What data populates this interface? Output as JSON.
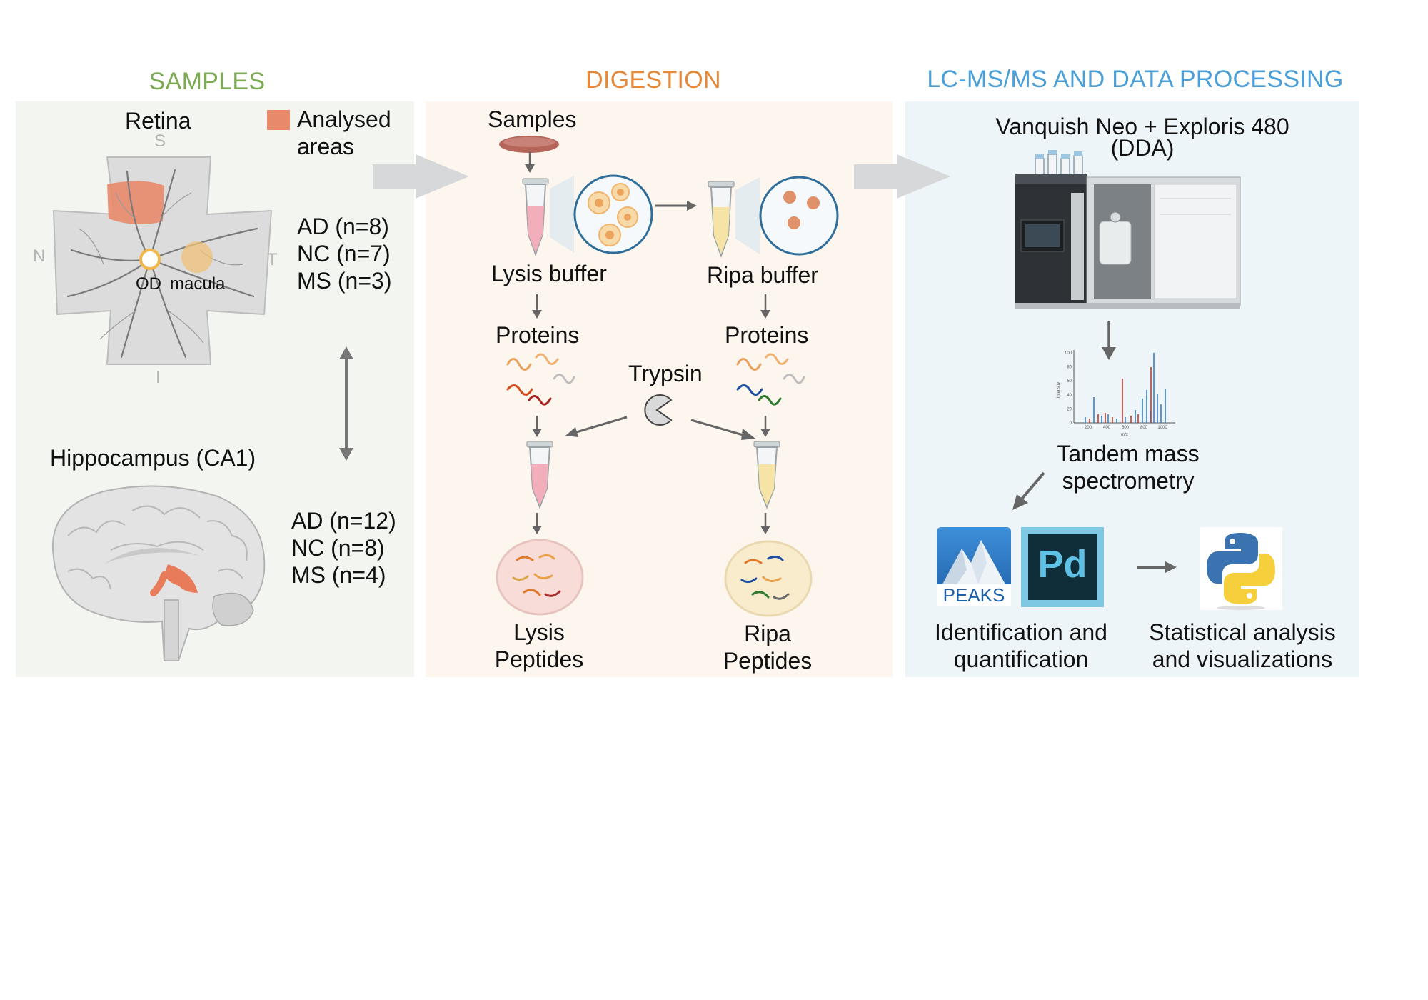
{
  "sections": {
    "samples": {
      "title": "SAMPLES",
      "color": "#7dab55",
      "bg": "#f2f5f0"
    },
    "digestion": {
      "title": "DIGESTION",
      "color": "#e58a3a",
      "bg": "#fdf6ee"
    },
    "lcms": {
      "title": "LC-MS/MS AND DATA PROCESSING",
      "color": "#4a9fd8",
      "bg": "#edf5f9"
    }
  },
  "samples": {
    "retina_title": "Retina",
    "legend": {
      "line1": "Analysed",
      "line2": "areas",
      "color": "#e8896a"
    },
    "compass": {
      "s": "S",
      "n": "N",
      "t": "T",
      "i": "I"
    },
    "od_label": "OD",
    "macula_label": "macula",
    "retina_groups": [
      "AD (n=8)",
      "NC (n=7)",
      "MS (n=3)"
    ],
    "hippocampus_title": "Hippocampus (CA1)",
    "hippocampus_groups": [
      "AD (n=12)",
      "NC (n=8)",
      "MS (n=4)"
    ]
  },
  "digestion": {
    "samples_label": "Samples",
    "lysis_buffer": "Lysis buffer",
    "ripa_buffer": "Ripa buffer",
    "proteins_left": "Proteins",
    "proteins_right": "Proteins",
    "trypsin": "Trypsin",
    "lysis_peptides": {
      "line1": "Lysis",
      "line2": "Peptides"
    },
    "ripa_peptides": {
      "line1": "Ripa",
      "line2": "Peptides"
    }
  },
  "lcms": {
    "instrument": {
      "line1": "Vanquish Neo + Exploris 480",
      "line2": "(DDA)"
    },
    "spectrum_ylabel": "Intensity",
    "spectrum_xlabel": "m/z",
    "spectrum_yticks": [
      "100",
      "80",
      "60",
      "40",
      "20",
      "0"
    ],
    "spectrum_xticks": [
      "200",
      "400",
      "600",
      "800",
      "1000"
    ],
    "tandem": {
      "line1": "Tandem mass",
      "line2": "spectrometry"
    },
    "peaks_logo": "PEAKS",
    "pd_logo": "Pd",
    "identification": {
      "line1": "Identification and",
      "line2": "quantification"
    },
    "statistics": {
      "line1": "Statistical analysis",
      "line2": "and visualizations"
    }
  }
}
